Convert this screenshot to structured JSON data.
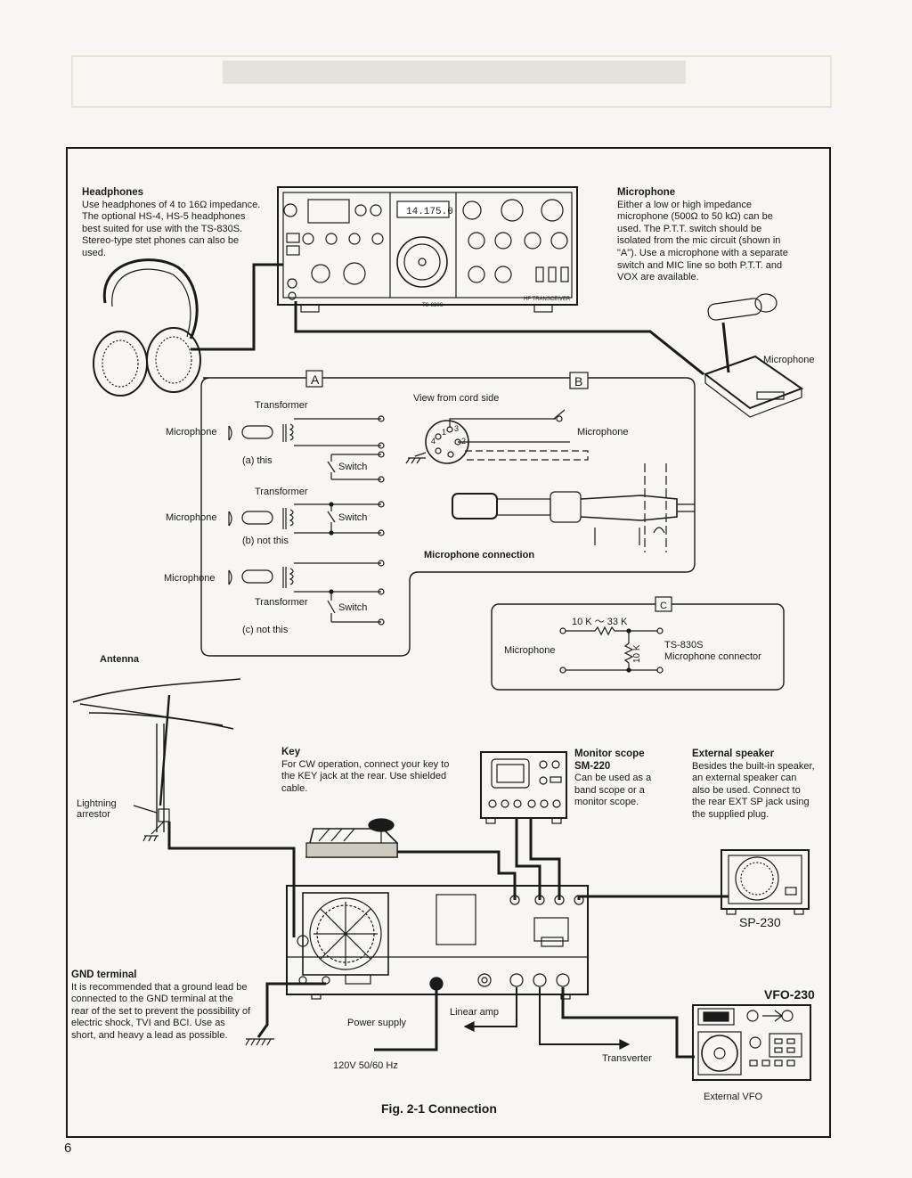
{
  "notes": {
    "headphones": {
      "title": "Headphones",
      "body": "Use headphones of 4 to 16Ω impedance. The optional HS-4, HS-5 headphones best suited for use with the TS-830S. Stereo-type stet phones can also be used."
    },
    "microphone": {
      "title": "Microphone",
      "body": "Either a low or high impedance microphone (500Ω to 50 kΩ) can be used. The P.T.T. switch should be isolated from the mic circuit (shown in \"A\"). Use a microphone with a separate switch and MIC line so both P.T.T. and VOX are available."
    },
    "key": {
      "title": "Key",
      "body": "For CW operation, connect your key to the KEY jack at the rear. Use shielded cable."
    },
    "monitor_scope": {
      "title": "Monitor scope",
      "model": "SM-220",
      "body": "Can be used as a band scope or a monitor scope."
    },
    "external_speaker": {
      "title": "External speaker",
      "body": "Besides the built-in speaker, an external speaker can also be used. Connect to the rear EXT SP jack using the supplied plug."
    },
    "gnd": {
      "title": "GND terminal",
      "body": "It is recommended that a ground lead be connected to the GND terminal at the rear of the set to prevent the possibility of electric shock, TVI and BCI. Use as short, and heavy a lead as possible."
    }
  },
  "labels": {
    "microphone_device": "Microphone",
    "box_a": "A",
    "box_b": "B",
    "box_c": "C",
    "transformer": "Transformer",
    "microphone": "Microphone",
    "switch": "Switch",
    "a_this": "(a) this",
    "b_not_this": "(b) not this",
    "c_not_this": "(c) not this",
    "view_from_cord_side": "View from cord side",
    "mic_connection": "Microphone connection",
    "resistor_series": "10 K ～ 33 K",
    "resistor_shunt": "10 K",
    "ts830s_connector_1": "TS-830S",
    "ts830s_connector_2": "Microphone connector",
    "pin1": "1",
    "pin2": "2",
    "pin3": "3",
    "pin4": "4",
    "antenna": "Antenna",
    "lightning_arrestor_1": "Lightning",
    "lightning_arrestor_2": "arrestor",
    "sp230": "SP-230",
    "vfo230": "VFO-230",
    "external_vfo": "External VFO",
    "linear_amp": "Linear amp",
    "power_supply": "Power supply",
    "mains": "120V 50/60 Hz",
    "transverter": "Transverter",
    "figure_caption": "Fig. 2-1 Connection",
    "page_number": "6",
    "freq_display": "14.175.0",
    "ts830s_badge": "TS-830S",
    "hf_transceiver": "HF TRANSCEIVER"
  }
}
